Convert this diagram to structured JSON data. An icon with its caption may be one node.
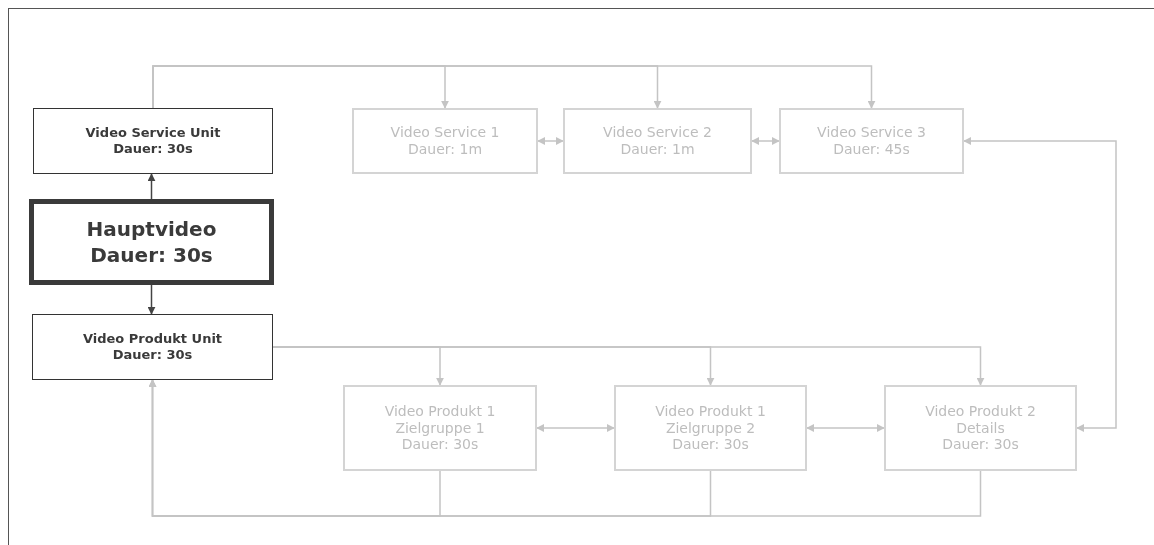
{
  "diagram": {
    "nodes": [
      {
        "text": [
          "Video Service Unit",
          "Dauer: 30s"
        ]
      },
      {
        "text": [
          "Hauptvideo",
          "Dauer: 30s"
        ]
      },
      {
        "text": [
          "Video Produkt Unit",
          "Dauer: 30s"
        ]
      },
      {
        "text": [
          "Video Service 1",
          "Dauer: 1m"
        ]
      },
      {
        "text": [
          "Video Service 2",
          "Dauer: 1m"
        ]
      },
      {
        "text": [
          "Video Service 3",
          "Dauer: 45s"
        ]
      },
      {
        "text": [
          "Video Produkt 1",
          "Zielgruppe 1",
          "Dauer: 30s"
        ]
      },
      {
        "text": [
          "Video Produkt 1",
          "Zielgruppe 2",
          "Dauer: 30s"
        ]
      },
      {
        "text": [
          "Video Produkt 2",
          "Details",
          "Dauer: 30s"
        ]
      }
    ],
    "edges": [
      {
        "from": 1,
        "to": 0,
        "arrow": "to",
        "color": "#444444"
      },
      {
        "from": 1,
        "to": 2,
        "arrow": "to",
        "color": "#444444"
      },
      {
        "from": 0,
        "to": 3,
        "arrow": "to"
      },
      {
        "from": 0,
        "to": 4,
        "arrow": "to"
      },
      {
        "from": 0,
        "to": 5,
        "arrow": "to"
      },
      {
        "from": 3,
        "to": 4,
        "arrow": "both"
      },
      {
        "from": 4,
        "to": 5,
        "arrow": "both"
      },
      {
        "from": 2,
        "to": 6,
        "arrow": "to"
      },
      {
        "from": 2,
        "to": 7,
        "arrow": "to"
      },
      {
        "from": 2,
        "to": 8,
        "arrow": "to"
      },
      {
        "from": 6,
        "to": 7,
        "arrow": "both"
      },
      {
        "from": 7,
        "to": 8,
        "arrow": "both"
      },
      {
        "from": 8,
        "to": 5,
        "arrow": "both"
      },
      {
        "from": 6,
        "to": 2,
        "arrow": "to"
      },
      {
        "from": 7,
        "to": 2,
        "arrow": "to"
      },
      {
        "from": 8,
        "to": 2,
        "arrow": "to"
      }
    ]
  }
}
